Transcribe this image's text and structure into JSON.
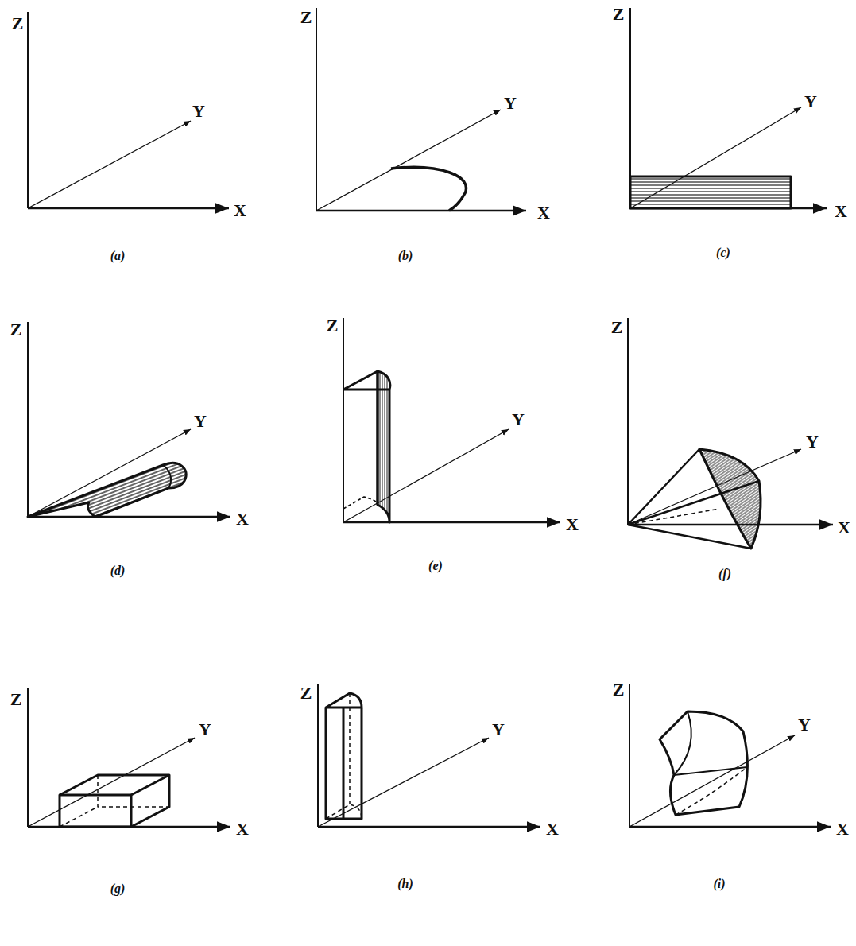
{
  "diagram": {
    "labels": [
      "Z",
      "Y",
      "X",
      "(a)",
      "Z",
      "Y",
      "X",
      "(b)",
      "Z",
      "Y",
      "X",
      "(c)",
      "Z",
      "Y",
      "X",
      "(d)",
      "Z",
      "Y",
      "X",
      "(e)",
      "Z",
      "Y",
      "X",
      "(f)",
      "Z",
      "Y",
      "X",
      "(g)",
      "Z",
      "Y",
      "X",
      "(h)",
      "Z",
      "Y",
      "X",
      "(i)"
    ]
  }
}
